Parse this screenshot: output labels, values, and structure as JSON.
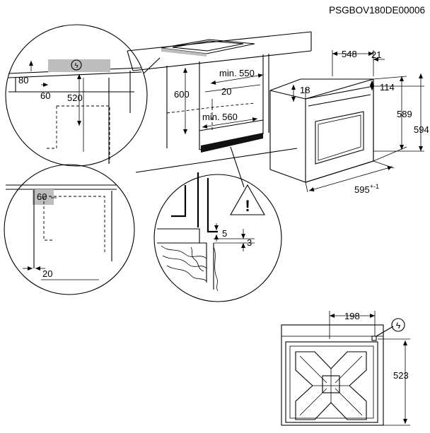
{
  "code": "PSGBOV180DE00006",
  "dims": {
    "overall_depth": "548",
    "door_depth": "21",
    "top_offset": "114",
    "front_recess": "18",
    "height_front": "589",
    "height_total": "594",
    "width": "595",
    "width_tol": "+-1",
    "cab_height": "600",
    "cab_depth": "min. 550",
    "cab_gap": "20",
    "cab_width": "min. 560",
    "detail_top_left": "80",
    "detail_top_mid": "60",
    "detail_top_height": "520",
    "detail_side_left": "60",
    "detail_side_bottom": "20",
    "detail_gap": "5",
    "detail_gap2": "3",
    "rear_width": "198",
    "rear_height": "523"
  },
  "icons": {
    "electric": "electric-plug-icon",
    "warning": "warning-triangle-icon"
  },
  "symbols": {
    "electric": "ϟ",
    "warning": "!"
  }
}
